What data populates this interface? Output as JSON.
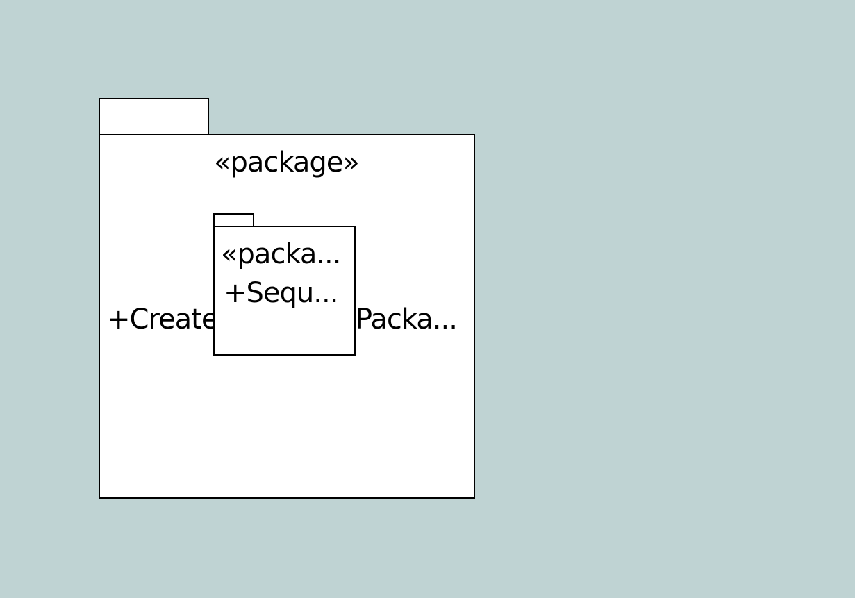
{
  "colors": {
    "canvas_bg": "#bfd3d3",
    "package_fill": "#ffffff",
    "stroke": "#000000"
  },
  "outer_package": {
    "stereotype": "«package»",
    "left_member": "+Create",
    "right_member": "Packa..."
  },
  "inner_package": {
    "stereotype": "«packa...",
    "member": "+Sequ..."
  }
}
